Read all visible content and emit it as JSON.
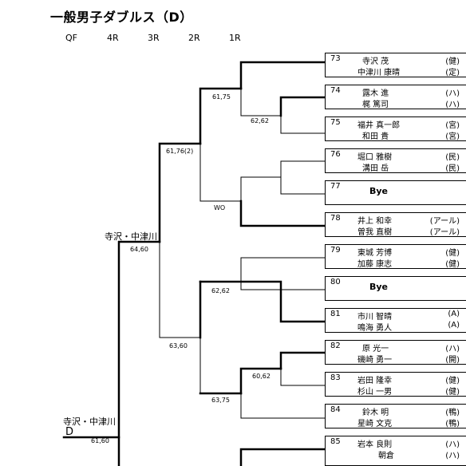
{
  "title": "一般男子ダブルス（D）",
  "rounds": [
    "QF",
    "4R",
    "3R",
    "2R",
    "1R"
  ],
  "entries": [
    {
      "no": "73",
      "p1": "寺沢 茂",
      "c1": "(健)",
      "p2": "中津川 康晴",
      "c2": "(定)",
      "bye": ""
    },
    {
      "no": "74",
      "p1": "露木 進",
      "c1": "(ハ)",
      "p2": "梶 篤司",
      "c2": "(ハ)",
      "bye": ""
    },
    {
      "no": "75",
      "p1": "福井 真一郎",
      "c1": "(宮)",
      "p2": "和田 貴",
      "c2": "(宮)",
      "bye": ""
    },
    {
      "no": "76",
      "p1": "堀口 雅樹",
      "c1": "(民)",
      "p2": "溝田 岳",
      "c2": "(民)",
      "bye": ""
    },
    {
      "no": "77",
      "p1": "",
      "c1": "",
      "p2": "",
      "c2": "",
      "bye": "Bye"
    },
    {
      "no": "78",
      "p1": "井上 和幸",
      "c1": "(アール)",
      "p2": "曽我 直樹",
      "c2": "(アール)",
      "bye": ""
    },
    {
      "no": "79",
      "p1": "東城 芳博",
      "c1": "(健)",
      "p2": "加藤 康志",
      "c2": "(健)",
      "bye": ""
    },
    {
      "no": "80",
      "p1": "",
      "c1": "",
      "p2": "",
      "c2": "",
      "bye": "Bye"
    },
    {
      "no": "81",
      "p1": "市川 智晴",
      "c1": "(A)",
      "p2": "鳴海 勇人",
      "c2": "(A)",
      "bye": ""
    },
    {
      "no": "82",
      "p1": "原 光一",
      "c1": "(ハ)",
      "p2": "磯崎 勇一",
      "c2": "(開)",
      "bye": ""
    },
    {
      "no": "83",
      "p1": "岩田 隆幸",
      "c1": "(健)",
      "p2": "杉山 一男",
      "c2": "(健)",
      "bye": ""
    },
    {
      "no": "84",
      "p1": "鈴木 明",
      "c1": "(鴨)",
      "p2": "星崎 文克",
      "c2": "(鴨)",
      "bye": ""
    },
    {
      "no": "85",
      "p1": "岩本 良則",
      "c1": "(ハ)",
      "p2": "朝倉",
      "c2": "(ハ)",
      "bye": ""
    }
  ],
  "scores": {
    "m1": "61,75",
    "m2": "62,62",
    "m3": "61,76(2)",
    "m4": "WO",
    "m5": "64,60",
    "m6": "62,62",
    "m7": "63,60",
    "m8": "60,62",
    "m9": "63,75",
    "m10": "61,60"
  },
  "winners": {
    "semi": "寺沢・中津川",
    "final": "寺沢・中津川",
    "final_letter": "D"
  }
}
